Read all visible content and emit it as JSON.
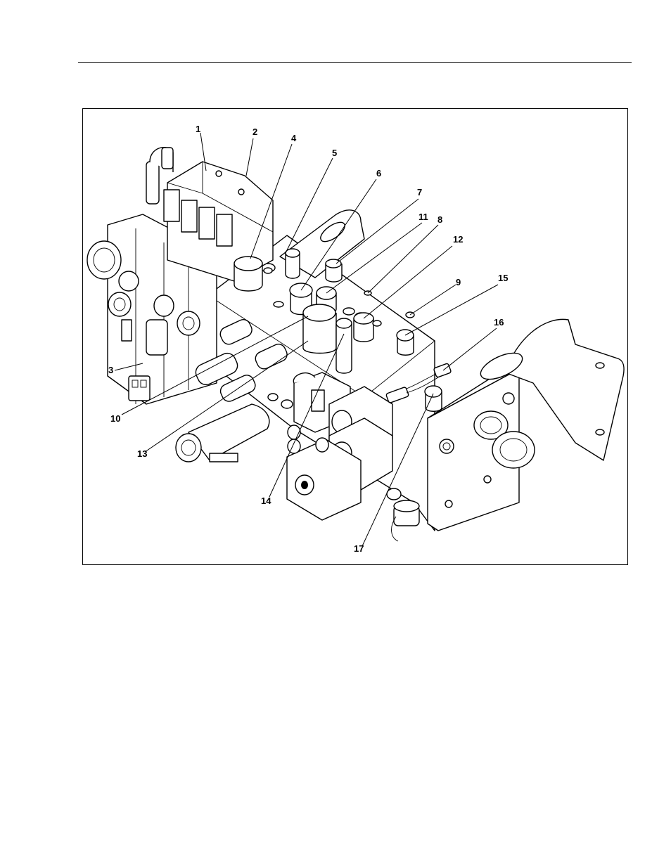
{
  "figure": {
    "callouts": [
      {
        "id": "c1",
        "label": "1"
      },
      {
        "id": "c2",
        "label": "2"
      },
      {
        "id": "c3",
        "label": "3"
      },
      {
        "id": "c4",
        "label": "4"
      },
      {
        "id": "c5",
        "label": "5"
      },
      {
        "id": "c6",
        "label": "6"
      },
      {
        "id": "c7",
        "label": "7"
      },
      {
        "id": "c8",
        "label": "8"
      },
      {
        "id": "c9",
        "label": "9"
      },
      {
        "id": "c10",
        "label": "10"
      },
      {
        "id": "c11",
        "label": "11"
      },
      {
        "id": "c12",
        "label": "12"
      },
      {
        "id": "c13",
        "label": "13"
      },
      {
        "id": "c14",
        "label": "14"
      },
      {
        "id": "c15",
        "label": "15"
      },
      {
        "id": "c16",
        "label": "16"
      },
      {
        "id": "c17",
        "label": "17"
      }
    ]
  }
}
